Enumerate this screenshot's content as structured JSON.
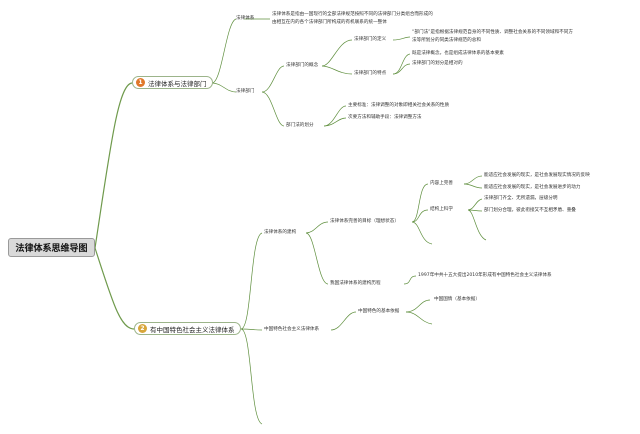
{
  "root": "法律体系思维导图",
  "branches": [
    {
      "label": "法律体系与法律部门",
      "badge": "1",
      "children": {
        "n1": "法律体系",
        "n1_desc": [
          "法律体系是指由一国现行的全部法律规范按照不同的法律部门分类组合而形成的",
          "由相互在内的各个法律部门所构成的有机联系的统一整体"
        ],
        "n2": "法律部门",
        "n2a": "法律部门的概念",
        "n2a1": "法律部门的定义",
        "n2a1_desc": [
          "“部门法”是指根据法律规范自身的不同性质、调整社会关系的不同领域和不同方",
          "法等所划分的同类法律规范的总和"
        ],
        "n2a2": "法律部门的特点",
        "n2a2_items": [
          "既是法律概念，也是组成法律体系的基本要素",
          "法律部门的划分是相对的"
        ],
        "n2b": "部门法的划分",
        "n2b_items": [
          "主要标准：法律调整的对象即相关社会关系的性质",
          "次要方法和辅助手段：法律调整方法"
        ]
      }
    },
    {
      "label": "有中国特色社会主义法律体系",
      "badge": "2",
      "children": {
        "c1": "法律体系的建构",
        "c1a": "法律体系完善的目标（理想状态）",
        "c1a1": "内容上完善",
        "c1a1_items": [
          "能适应社会发展的现实，是社会发展现实情况的反映",
          "能适应社会发展的现实，是社会发展进步的动力"
        ],
        "c1a2": "结构上科学",
        "c1a2_items": [
          "法律部门齐全、无所遗漏，层级分明",
          "部门划分合理，彼此衔接又不互相矛盾、重叠"
        ],
        "c1b": "我国法律体系的建构历程",
        "c1b_desc": "1997年中共十五大提出2010年形成有中国特色社会主义法律体系",
        "c2": "中国特色社会主义法律体系",
        "c2a": "中国特色的基本依据",
        "c2a1": "中国国情（基本依据）"
      }
    }
  ]
}
